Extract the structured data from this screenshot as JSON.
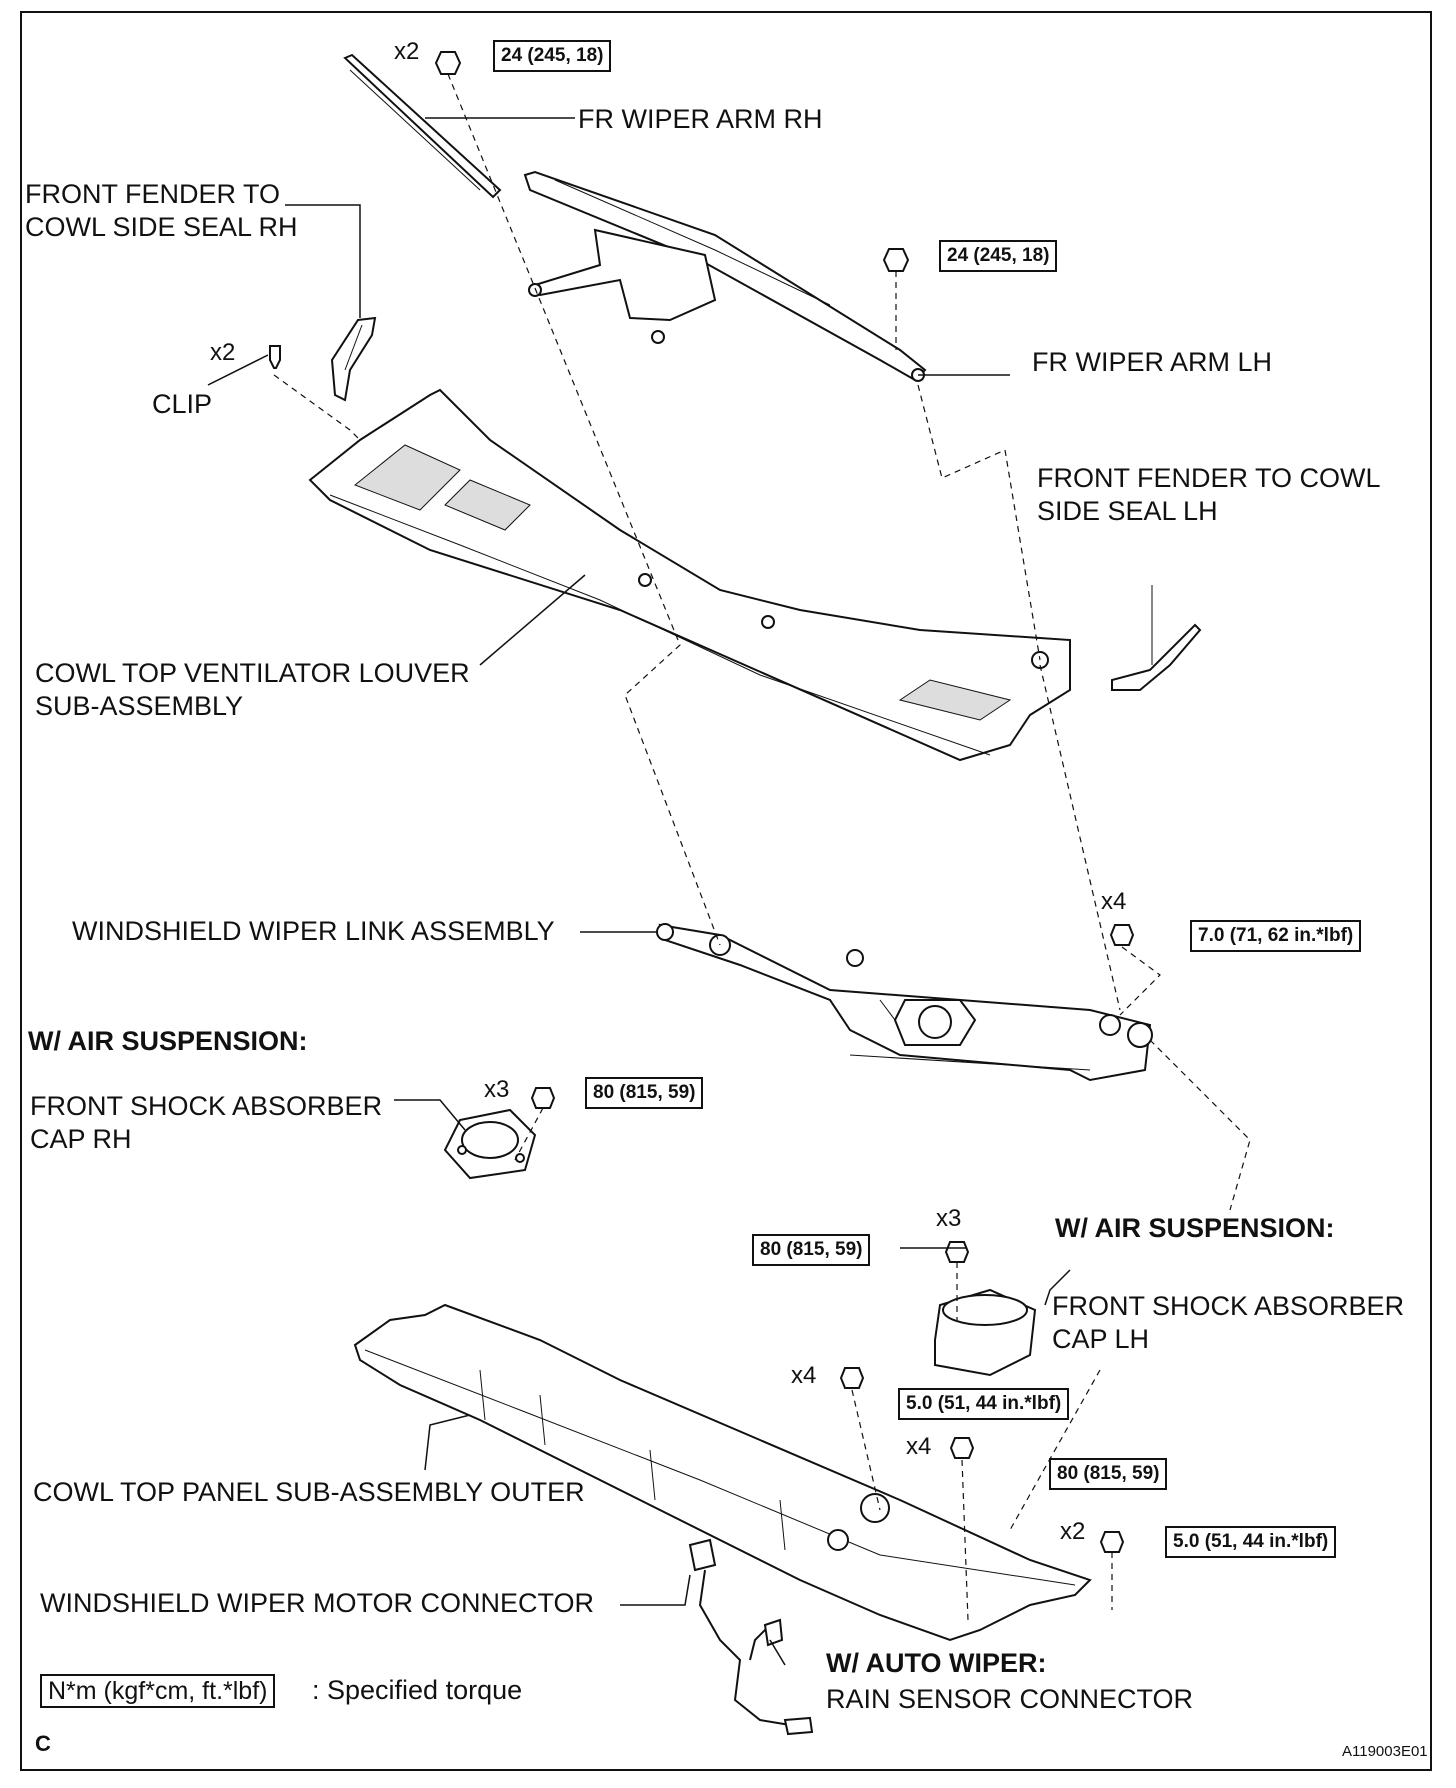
{
  "labels": {
    "fr_wiper_arm_rh": "FR WIPER ARM RH",
    "fr_wiper_arm_lh": "FR WIPER ARM LH",
    "fender_seal_rh": "FRONT FENDER TO\nCOWL SIDE SEAL RH",
    "fender_seal_lh": "FRONT FENDER TO COWL\nSIDE SEAL LH",
    "clip": "CLIP",
    "louver": "COWL TOP VENTILATOR LOUVER\nSUB-ASSEMBLY",
    "wiper_link": "WINDSHIELD WIPER LINK ASSEMBLY",
    "air_susp_1": "W/ AIR SUSPENSION:",
    "shock_cap_rh": "FRONT SHOCK ABSORBER\nCAP RH",
    "air_susp_2": "W/ AIR SUSPENSION:",
    "shock_cap_lh": "FRONT SHOCK ABSORBER\nCAP LH",
    "cowl_panel": "COWL TOP PANEL SUB-ASSEMBLY OUTER",
    "motor_connector": "WINDSHIELD WIPER MOTOR CONNECTOR",
    "auto_wiper": "W/ AUTO WIPER:",
    "rain_sensor": "RAIN SENSOR CONNECTOR"
  },
  "quantities": {
    "arm_rh_nut": "x2",
    "clip": "x2",
    "link_bolt": "x4",
    "shock_rh_nut": "x3",
    "shock_lh_nut": "x3",
    "panel_bolt_a": "x4",
    "panel_nut": "x4",
    "panel_bolt_b": "x2"
  },
  "torques": {
    "arm_rh": "24 (245, 18)",
    "arm_lh": "24 (245, 18)",
    "link": "7.0 (71, 62 in.*lbf)",
    "shock_rh": "80 (815, 59)",
    "shock_lh": "80 (815, 59)",
    "panel_bolt_a": "5.0 (51, 44 in.*lbf)",
    "panel_nut": "80 (815, 59)",
    "panel_bolt_b": "5.0 (51, 44 in.*lbf)"
  },
  "legend": {
    "box": "N*m (kgf*cm, ft.*lbf)",
    "text": ": Specified torque"
  },
  "corner_letter": "C",
  "figure_id": "A119003E01"
}
